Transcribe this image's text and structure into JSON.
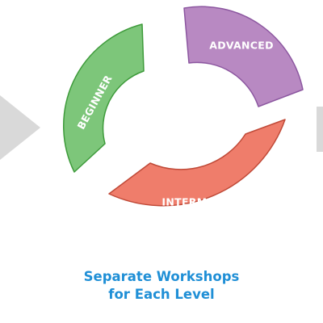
{
  "segments": [
    {
      "key": "beginner",
      "label": "BEGINNER",
      "fill": "#7dc67a",
      "stroke": "#3e9b3b"
    },
    {
      "key": "advanced",
      "label": "ADVANCED",
      "fill": "#b889c2",
      "stroke": "#8c57a0"
    },
    {
      "key": "intermediate",
      "label": "INTERMEDIATE",
      "fill": "#ef7d6b",
      "stroke": "#c04a38"
    }
  ],
  "caption": {
    "line1": "Separate Workshops",
    "line2": "for Each Level"
  },
  "colors": {
    "arrow": "#d9d9d9",
    "caption": "#1f8fd6",
    "background": "#ffffff"
  }
}
